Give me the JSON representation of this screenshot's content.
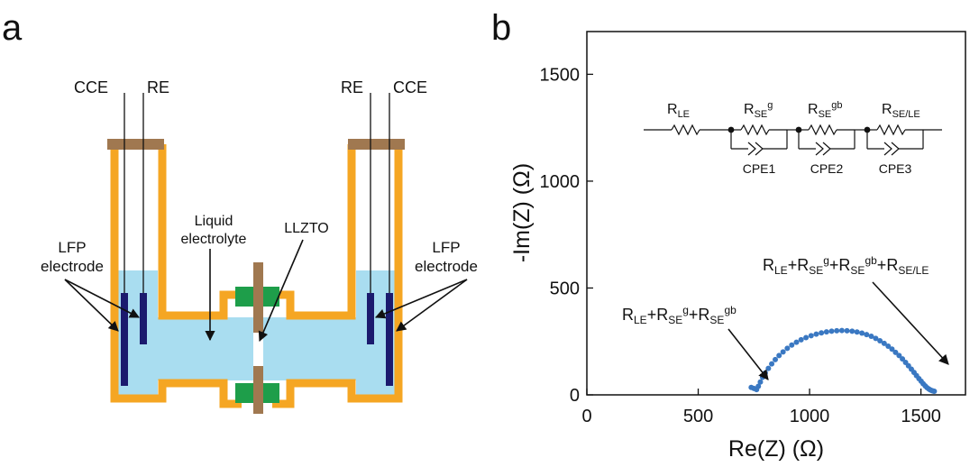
{
  "panels": {
    "a": {
      "label": "a",
      "labels": {
        "cce_left": "CCE",
        "re_left": "RE",
        "re_right": "RE",
        "cce_right": "CCE",
        "liquid_1": "Liquid",
        "liquid_2": "electrolyte",
        "llzto": "LLZTO",
        "lfp_left_1": "LFP",
        "lfp_left_2": "electrode",
        "lfp_right_1": "LFP",
        "lfp_right_2": "electrode"
      },
      "colors": {
        "cell_wall": "#F5A623",
        "electrolyte": "#A9DDF0",
        "cap": "#A07850",
        "electrode": "#1B1A6E",
        "gasket": "#1E9E4A",
        "llzto": "#A07850"
      }
    },
    "b": {
      "label": "b",
      "circuit": {
        "r_le": "R",
        "r_le_sub": "LE",
        "r_seg": "R",
        "r_seg_sub": "SE",
        "r_seg_sup": "g",
        "r_segb": "R",
        "r_segb_sub": "SE",
        "r_segb_sup": "gb",
        "r_sele": "R",
        "r_sele_sub": "SE/LE",
        "cpe1": "CPE1",
        "cpe2": "CPE2",
        "cpe3": "CPE3"
      },
      "annotations": {
        "left": {
          "p1": "R",
          "p1_sub": "LE",
          "plus1": "+",
          "p2": "R",
          "p2_sub": "SE",
          "p2_sup": "g",
          "plus2": "+",
          "p3": "R",
          "p3_sub": "SE",
          "p3_sup": "gb"
        },
        "right": {
          "p1": "R",
          "p1_sub": "LE",
          "plus1": "+",
          "p2": "R",
          "p2_sub": "SE",
          "p2_sup": "g",
          "plus2": "+",
          "p3": "R",
          "p3_sub": "SE",
          "p3_sup": "gb",
          "plus3": "+",
          "p4": "R",
          "p4_sub": "SE/LE"
        }
      }
    }
  },
  "chart_data": {
    "type": "scatter",
    "xlabel": "Re(Z) (Ω)",
    "ylabel": "-Im(Z) (Ω)",
    "xlim": [
      0,
      1700
    ],
    "ylim": [
      0,
      1700
    ],
    "xticks": [
      0,
      500,
      1000,
      1500
    ],
    "yticks": [
      0,
      500,
      1000,
      1500
    ],
    "point_color": "#3A78C2",
    "series": [
      {
        "x": [
          738,
          750,
          762,
          770,
          779,
          789,
          801,
          815,
          830,
          846,
          863,
          881,
          900,
          920,
          941,
          962,
          984,
          1007,
          1030,
          1053,
          1076,
          1099,
          1122,
          1145,
          1168,
          1191,
          1213,
          1235,
          1256,
          1277,
          1297,
          1316,
          1335,
          1353,
          1370,
          1386,
          1402,
          1417,
          1431,
          1444,
          1457,
          1469,
          1480,
          1491,
          1501,
          1510,
          1519,
          1527,
          1535,
          1542,
          1549,
          1555,
          1560
        ],
        "y": [
          35,
          30,
          25,
          40,
          60,
          82,
          103,
          124,
          145,
          165,
          184,
          201,
          218,
          233,
          246,
          258,
          268,
          277,
          284,
          290,
          295,
          298,
          300,
          301,
          300,
          298,
          294,
          289,
          282,
          274,
          264,
          253,
          241,
          228,
          214,
          199,
          184,
          168,
          152,
          136,
          120,
          105,
          90,
          76,
          64,
          52,
          42,
          34,
          28,
          23,
          20,
          18,
          17
        ]
      }
    ]
  }
}
